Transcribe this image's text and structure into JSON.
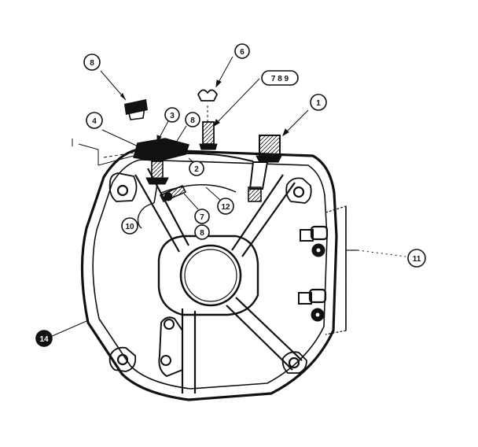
{
  "figure": {
    "ink": "#111111",
    "paper": "#ffffff"
  },
  "callouts": {
    "c1": "1",
    "c2": "2",
    "c3": "3",
    "c4": "4",
    "c6": "6",
    "c7a": "7",
    "c789": "7 8 9",
    "c8a": "8",
    "c8b": "8",
    "c8c": "8",
    "c10": "10",
    "c11": "11",
    "c12": "12",
    "c14": "14"
  }
}
